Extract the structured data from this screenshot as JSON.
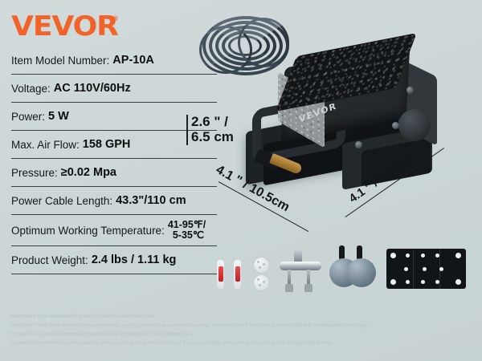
{
  "brand": {
    "name": "VEVOR",
    "registered": "®",
    "color": "#F2632A"
  },
  "specs": [
    {
      "label": "Item Model Number:",
      "value": "AP-10A"
    },
    {
      "label": "Voltage:",
      "value": "AC 110V/60Hz"
    },
    {
      "label": "Power:",
      "value": "5 W"
    },
    {
      "label": "Max. Air Flow:",
      "value": "158 GPH"
    },
    {
      "label": "Pressure:",
      "value": "≥0.02 Mpa"
    },
    {
      "label": "Power Cable Length:",
      "value": "43.3\"/110 cm"
    },
    {
      "label": "Optimum Working Temperature:",
      "value_line1": "41-95℉/",
      "value_line2": "5-35℃"
    },
    {
      "label": "Product Weight:",
      "value": "2.4 lbs / 1.11 kg"
    }
  ],
  "dimensions": {
    "height": "2.6 \" /\n6.5 cm",
    "height_line1": "2.6 \" /",
    "height_line2": "6.5 cm",
    "width_left": "4.1 \" / 10.5cm",
    "width_right": "4.1 \" / 10.5cm"
  },
  "product": {
    "label": "VEVOR"
  },
  "accessories": [
    "check-valve",
    "check-valve",
    "suction-cup",
    "suction-cup",
    "air-splitter-valve",
    "air-stone",
    "air-stone",
    "mounting-plate"
  ],
  "footer": {
    "line1": "We continue to be committed to provide you with cost-effective tools.",
    "line2": "\"Save Half\"or any other similar expressions used by us only represents an estimate of savings you might benefit from buying certain tools with us compared to the major",
    "line3": "top brands and does not necessarily mean to cover all categories of tools offered by us.",
    "line4": "You are kindly reminded to verify carefully when you are placing an order with us if you are actually saving half in comparison with the top major brands."
  }
}
